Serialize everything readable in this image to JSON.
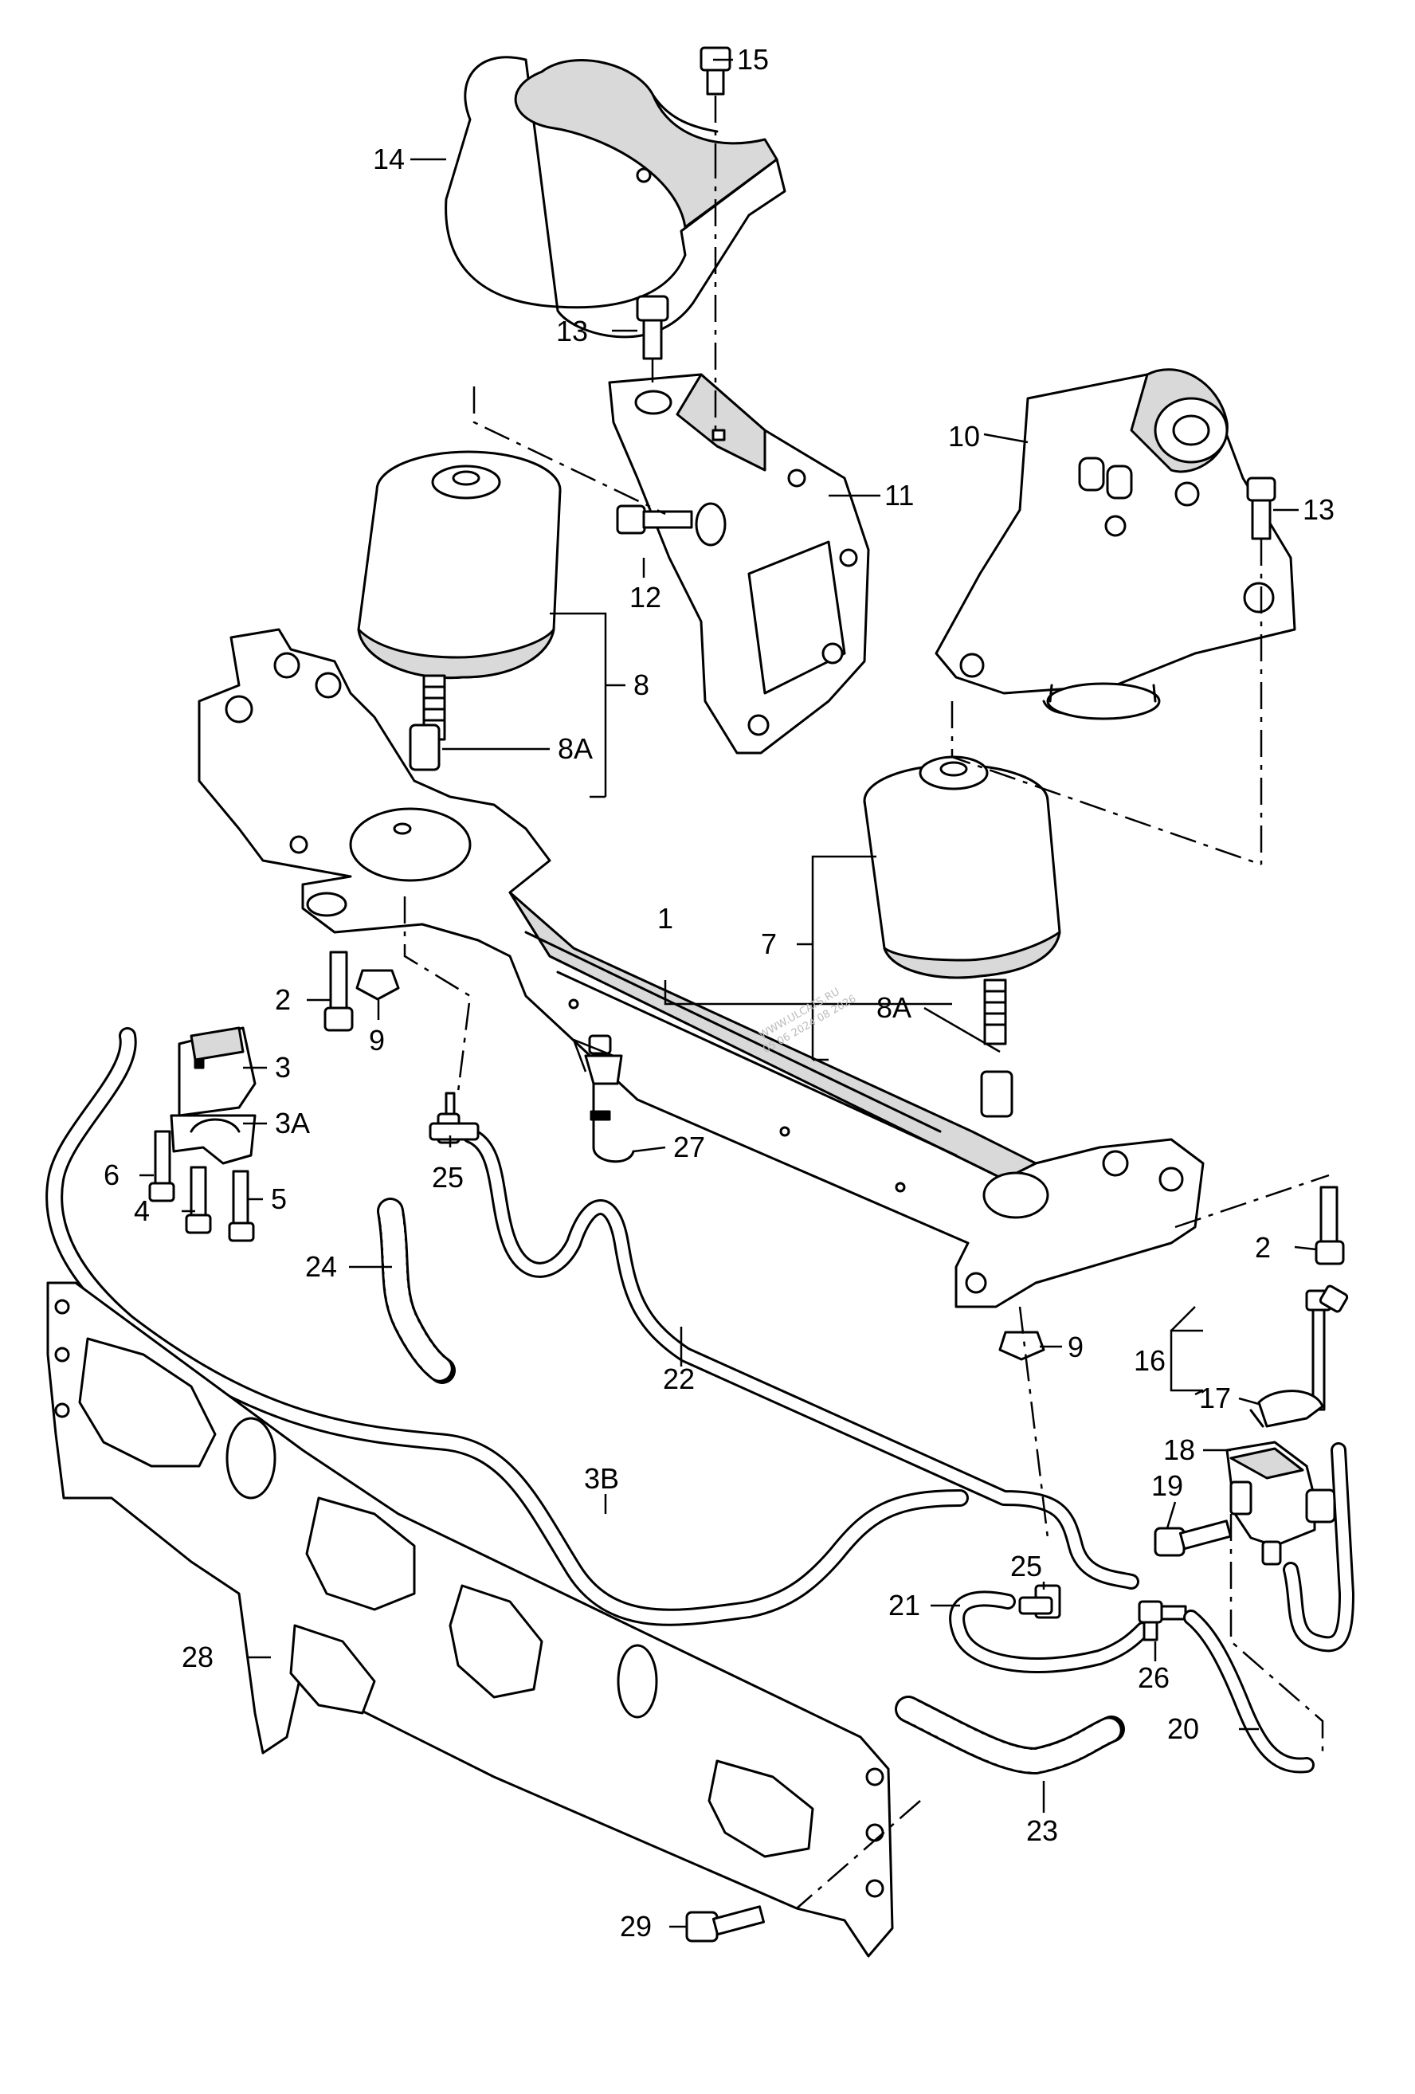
{
  "diagram": {
    "callouts": [
      {
        "id": "c1",
        "label": "1"
      },
      {
        "id": "c2a",
        "label": "2"
      },
      {
        "id": "c2b",
        "label": "2"
      },
      {
        "id": "c3",
        "label": "3"
      },
      {
        "id": "c3a",
        "label": "3A"
      },
      {
        "id": "c3b",
        "label": "3B"
      },
      {
        "id": "c4",
        "label": "4"
      },
      {
        "id": "c5",
        "label": "5"
      },
      {
        "id": "c6",
        "label": "6"
      },
      {
        "id": "c7",
        "label": "7"
      },
      {
        "id": "c8",
        "label": "8"
      },
      {
        "id": "c8a1",
        "label": "8A"
      },
      {
        "id": "c8a2",
        "label": "8A"
      },
      {
        "id": "c9a",
        "label": "9"
      },
      {
        "id": "c9b",
        "label": "9"
      },
      {
        "id": "c10",
        "label": "10"
      },
      {
        "id": "c11",
        "label": "11"
      },
      {
        "id": "c12",
        "label": "12"
      },
      {
        "id": "c13a",
        "label": "13"
      },
      {
        "id": "c13b",
        "label": "13"
      },
      {
        "id": "c14",
        "label": "14"
      },
      {
        "id": "c15",
        "label": "15"
      },
      {
        "id": "c16",
        "label": "16"
      },
      {
        "id": "c17",
        "label": "17"
      },
      {
        "id": "c18",
        "label": "18"
      },
      {
        "id": "c19",
        "label": "19"
      },
      {
        "id": "c20",
        "label": "20"
      },
      {
        "id": "c21",
        "label": "21"
      },
      {
        "id": "c22",
        "label": "22"
      },
      {
        "id": "c23",
        "label": "23"
      },
      {
        "id": "c24",
        "label": "24"
      },
      {
        "id": "c25a",
        "label": "25"
      },
      {
        "id": "c25b",
        "label": "25"
      },
      {
        "id": "c26",
        "label": "26"
      },
      {
        "id": "c27",
        "label": "27"
      },
      {
        "id": "c28",
        "label": "28"
      },
      {
        "id": "c29",
        "label": "29"
      }
    ],
    "watermark": [
      "WWW.ULCATS.RU",
      "05 06 2024 08 2026"
    ]
  }
}
